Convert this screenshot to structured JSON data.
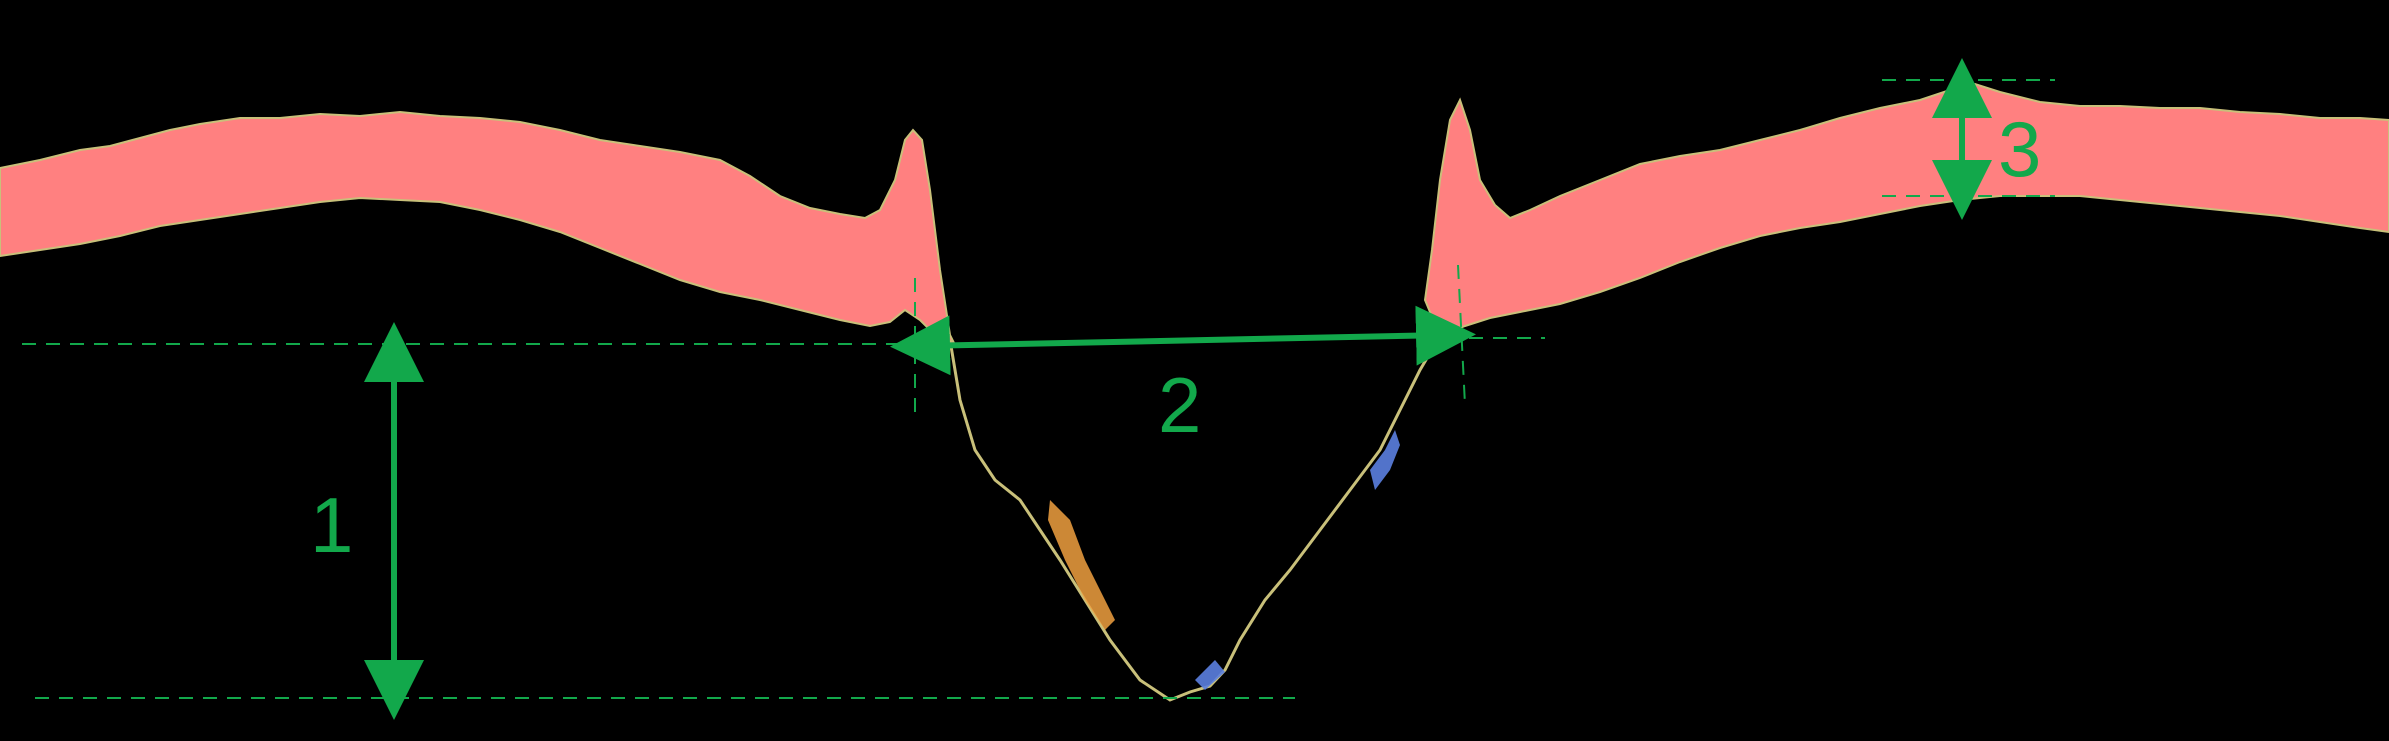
{
  "colors": {
    "background": "#000000",
    "layer_fill": "#ff8080",
    "profile_outline_top": "#c9c07a",
    "profile_outline_bottom": "#6fb3c9",
    "crater_highlight_blue": "#5b7fe0",
    "crater_highlight_orange": "#f0a040",
    "annotation": "#12a84b"
  },
  "icons": {
    "dimension_arrow": "double-headed-arrow-icon"
  },
  "annotations": {
    "depth_label": "1",
    "width_label": "2",
    "thickness_label": "3"
  }
}
